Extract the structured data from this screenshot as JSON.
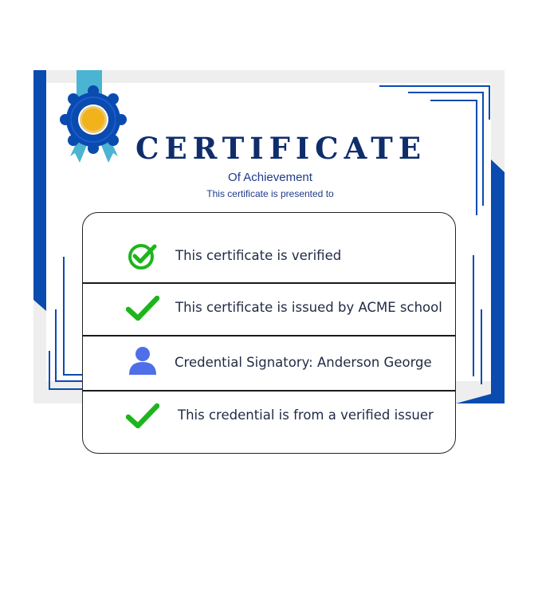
{
  "certificate": {
    "title": "CERTIFICATE",
    "subtitle": "Of Achievement",
    "presented_text": "This certificate is presented to",
    "colors": {
      "frame_blue": "#0a4bb0",
      "title_navy": "#0f2d6b",
      "ribbon": "#4bb4d3",
      "medal_gold": "#f2b21b",
      "background": "#eeeeee"
    }
  },
  "verification": {
    "rows": [
      {
        "icon": "circle-check-icon",
        "text": "This certificate is verified"
      },
      {
        "icon": "checkmark-icon",
        "text": "This certificate is issued by ACME school"
      },
      {
        "icon": "person-icon",
        "text": "Credential Signatory: Anderson George"
      },
      {
        "icon": "checkmark-icon",
        "text": "This credential is from a verified issuer"
      }
    ],
    "colors": {
      "check_green": "#1db51d",
      "person_blue": "#4f6fe8"
    }
  }
}
